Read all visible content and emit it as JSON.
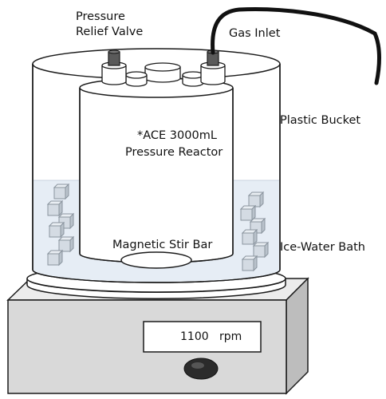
{
  "labels": {
    "pressure_relief_valve": [
      "Pressure",
      "Relief Valve"
    ],
    "gas_inlet": "Gas Inlet",
    "plastic_bucket": "Plastic Bucket",
    "reactor": [
      "*ACE 3000mL",
      "Pressure Reactor"
    ],
    "ice_water_bath": "Ice-Water Bath",
    "magnetic_stir_bar": "Magnetic Stir Bar"
  },
  "stirrer_display": {
    "value": "1100",
    "unit": "rpm"
  },
  "colors": {
    "outline": "#1a1a1a",
    "water": "#e6edf5",
    "ice_cube": "#d4dbe3",
    "stirrer_body": "#d9d9d9",
    "display_bg": "#ffffff",
    "knob": "#2b2b2b",
    "valve_fitting": "#5a5a5a"
  },
  "icons": [
    "ice-cube-icon",
    "stirrer-knob-icon",
    "valve-fitting-icon"
  ]
}
